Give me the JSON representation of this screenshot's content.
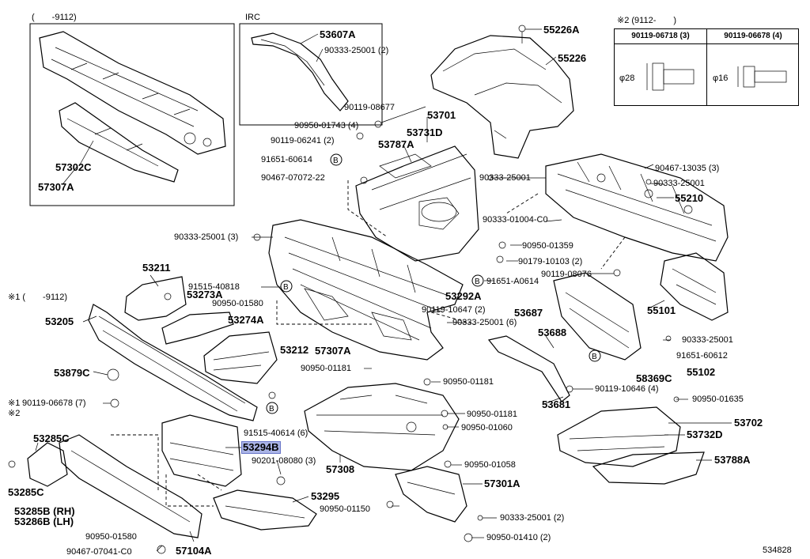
{
  "diagram": {
    "corner_code": "534828",
    "inset_boxes": {
      "top_left_range": "(　　-9112)",
      "irc_label": "IRC",
      "note1_range": "※1 (　　-9112)",
      "note2_range": "※2 (9112-　　)"
    },
    "bolt_table": {
      "col1_part": "90119-06718 (3)",
      "col2_part": "90119-06678 (4)",
      "col1_diameter": "φ28",
      "col2_diameter": "φ16"
    },
    "callouts": {
      "c53302c": "57302C",
      "c57307a_top": "57307A",
      "c53607a": "53607A",
      "c90333_25001_2_top": "90333-25001 (2)",
      "c55226a": "55226A",
      "c55226": "55226",
      "c90119_08677": "90119-08677",
      "c90950_01743": "90950-01743 (4)",
      "c53701": "53701",
      "c53731d": "53731D",
      "c90119_06241": "90119-06241 (2)",
      "c53787a": "53787A",
      "c91651_60614": "91651-60614",
      "c90467_07072": "90467-07072-22",
      "c90333_25001_r1": "90333-25001",
      "c90467_13035": "90467-13035 (3)",
      "c90333_25001_r2": "90333-25001",
      "c55210": "55210",
      "c90333_01004": "90333-01004-C0",
      "c90333_25001_3": "90333-25001 (3)",
      "c90950_01359": "90950-01359",
      "c90179_10103": "90179-10103 (2)",
      "c90119_08076": "90119-08076",
      "c53211": "53211",
      "c91515_40818": "91515-40818",
      "c91651_a0614": "91651-A0614",
      "c53273a": "53273A",
      "c90950_01580_a": "90950-01580",
      "c53292a": "53292A",
      "c53687": "53687",
      "c55101": "55101",
      "c53205": "53205",
      "c53274a": "53274A",
      "c90119_10647": "90119-10647 (2)",
      "c90333_25001_6": "90333-25001 (6)",
      "c53688": "53688",
      "c90333_25001_r3": "90333-25001",
      "c53212": "53212",
      "c57307a_mid": "57307A",
      "c91651_60612": "91651-60612",
      "c53879c": "53879C",
      "c90950_01181_a": "90950-01181",
      "c90950_01181_b": "90950-01181",
      "c58369c": "58369C",
      "c55102": "55102",
      "c90119_10646": "90119-10646 (4)",
      "c90119_06678_7": "90119-06678 (7)",
      "c91515_40614": "91515-40614 (6)",
      "c90950_01181_c": "90950-01181",
      "c53681": "53681",
      "c90950_01635": "90950-01635",
      "c90950_01060": "90950-01060",
      "c53702": "53702",
      "c53732d": "53732D",
      "c53265c": "53285C",
      "c53294b": "53294B",
      "c90201_08080": "90201-08080 (3)",
      "c57308": "57308",
      "c90950_01058": "90950-01058",
      "c53788a": "53788A",
      "c53301a": "57301A",
      "c53285b": "53285B (RH)",
      "c53286b": "53286B (LH)",
      "c53295": "53295",
      "c90950_01150": "90950-01150",
      "c90333_25001_2_bot": "90333-25001 (2)",
      "c90950_01580_b": "90950-01580",
      "c90467_07041": "90467-07041-C0",
      "c57104a": "57104A",
      "c90950_01410": "90950-01410 (2)",
      "c53285c_x": "53285C",
      "note_star1": "※1",
      "note_star2": "※2"
    }
  }
}
